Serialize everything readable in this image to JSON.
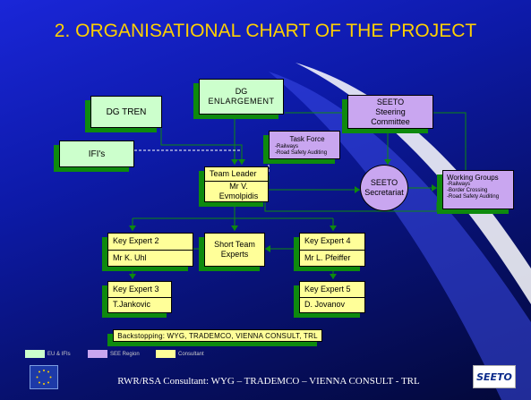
{
  "title": "2. ORGANISATIONAL CHART OF THE PROJECT",
  "nodes": {
    "dg_tren": "DG TREN",
    "dg_enlargement_1": "DG",
    "dg_enlargement_2": "ENLARGEMENT",
    "seeto_steering_1": "SEETO",
    "seeto_steering_2": "Steering",
    "seeto_steering_3": "Committee",
    "ifis": "IFI's",
    "task_force": "Task Force",
    "task_force_items": [
      "-Railways",
      "-Road Safety Auditing"
    ],
    "team_leader": "Team Leader",
    "team_leader_name": "Mr V. Evmolpidis",
    "seeto_secretariat_1": "SEETO",
    "seeto_secretariat_2": "Secretariat",
    "working_groups": "Working Groups",
    "working_groups_items": [
      "-Railways",
      "-Border Crossing",
      "-Road Safety Auditing"
    ],
    "key_expert_2": "Key Expert 2",
    "key_expert_2_name": "Mr K. Uhl",
    "short_team_1": "Short Team",
    "short_team_2": "Experts",
    "key_expert_4": "Key Expert 4",
    "key_expert_4_name": "Mr L. Pfeiffer",
    "key_expert_3": "Key Expert 3",
    "key_expert_3_name": "T.Jankovic",
    "key_expert_5": "Key Expert 5",
    "key_expert_5_name": "D. Jovanov"
  },
  "backstopping": "Backstopping: WYG, TRADEMCO, VIENNA CONSULT, TRL",
  "legend": [
    {
      "label": "EU & IFIs",
      "color": "#ccffcc"
    },
    {
      "label": "SEE Region",
      "color": "#c9a6f0"
    },
    {
      "label": "Consultant",
      "color": "#ffff99"
    }
  ],
  "footer": "RWR/RSA Consultant: WYG – TRADEMCO – VIENNA CONSULT - TRL",
  "logo_text": "SEETO",
  "colors": {
    "title": "#ffd000",
    "shadow": "#0e8a0e",
    "connector": "#0e8a0e"
  }
}
